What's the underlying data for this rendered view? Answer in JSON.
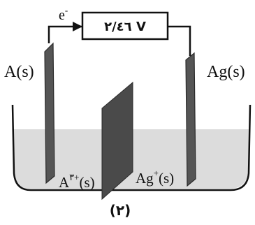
{
  "voltmeter": {
    "reading": "٢/٤٦ V"
  },
  "electron_label": {
    "base": "e",
    "sup": "-"
  },
  "electrodes": {
    "left": "A(s)",
    "right": "Ag(s)"
  },
  "solutions": {
    "left": {
      "base": "A",
      "sup": "٣+",
      "tail": "(s)"
    },
    "right": {
      "base": "Ag",
      "sup": "+",
      "tail": "(s)"
    }
  },
  "caption": "(٢)",
  "colors": {
    "electrode": "#555555",
    "electrode_edge": "#2a2a2a",
    "separator": "#4a4a4a",
    "solution": "#dcdcdc",
    "beaker": "#111111",
    "wire": "#111111"
  }
}
